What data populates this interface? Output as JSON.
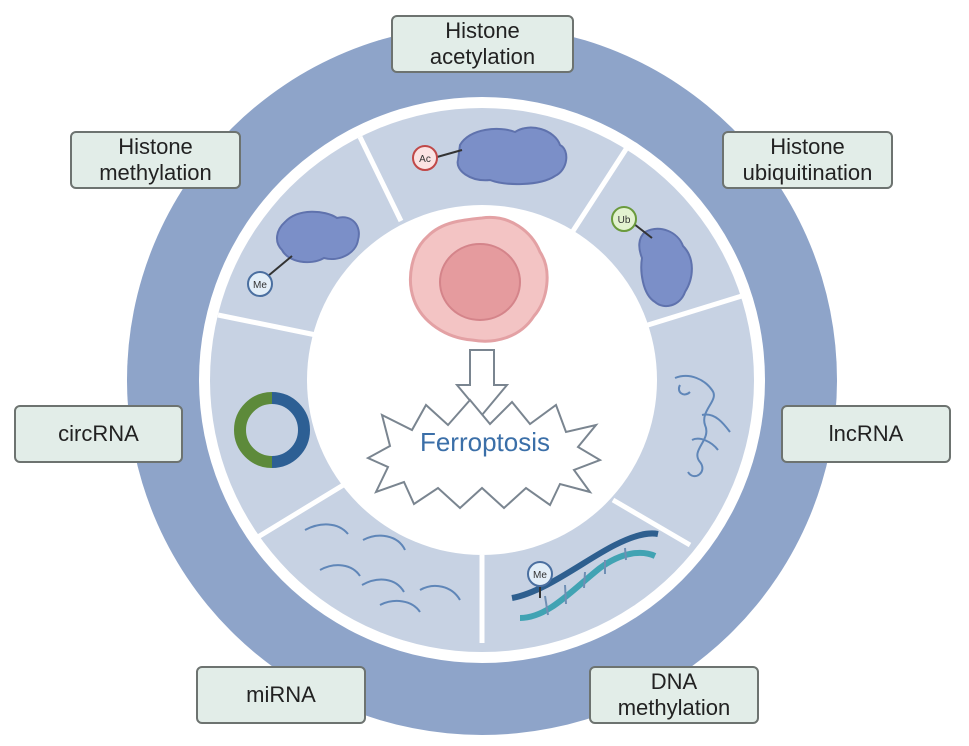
{
  "center": {
    "label": "Ferroptosis"
  },
  "mechanisms": {
    "histone_acetylation": {
      "line1": "Histone",
      "line2": "acetylation",
      "marker": "Ac"
    },
    "histone_ubiquitination": {
      "line1": "Histone",
      "line2": "ubiquitination",
      "marker": "Ub"
    },
    "histone_methylation": {
      "line1": "Histone",
      "line2": "methylation",
      "marker": "Me"
    },
    "lncrna": {
      "line1": "lncRNA"
    },
    "circrna": {
      "line1": "circRNA"
    },
    "mirna": {
      "line1": "miRNA"
    },
    "dna_methylation": {
      "line1": "DNA",
      "line2": "methylation",
      "marker": "Me"
    }
  },
  "colors": {
    "outer_ring": "#8ea4c9",
    "segment_fill": "#c7d2e3",
    "histone_protein": "#7b8fc8",
    "cell": "#f3c4c4",
    "nucleus": "#e59b9e",
    "label_fill": "#e2ede8",
    "circrna_green": "#5d8a3a",
    "circrna_blue": "#2d5f94",
    "dna_blue": "#2e5f8f",
    "dna_teal": "#41a3b3"
  },
  "icons": [
    "histone-protein-icon",
    "cell-icon",
    "arrow-down-icon",
    "burst-icon",
    "circrna-ring-icon",
    "lncrna-strand-icon",
    "mirna-hairpin-icon",
    "dna-helix-icon"
  ]
}
